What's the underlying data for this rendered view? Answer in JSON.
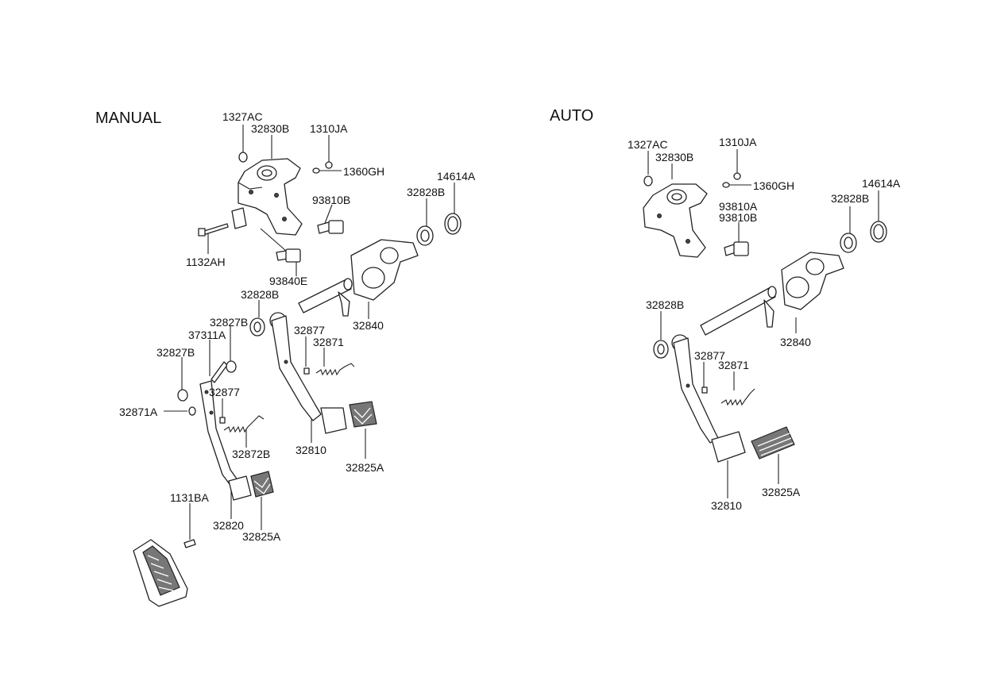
{
  "sections": {
    "manual": "MANUAL",
    "auto": "AUTO"
  },
  "manual": {
    "p1327AC": "1327AC",
    "p32830B": "32830B",
    "p1310JA": "1310JA",
    "p1360GH": "1360GH",
    "p93810B": "93810B",
    "p1132AH": "1132AH",
    "p93840E": "93840E",
    "p32828B_top": "32828B",
    "p14614A": "14614A",
    "p32828B_mid": "32828B",
    "p32840": "32840",
    "p32827B_upper": "32827B",
    "p37311A": "37311A",
    "p32827B_left": "32827B",
    "p32871A": "32871A",
    "p32877_left": "32877",
    "p32872B": "32872B",
    "p32877_mid": "32877",
    "p32871": "32871",
    "p32810": "32810",
    "p32825A_right": "32825A",
    "p1131BA": "1131BA",
    "p32820": "32820",
    "p32825A_left": "32825A"
  },
  "auto": {
    "p1327AC": "1327AC",
    "p32830B": "32830B",
    "p1310JA": "1310JA",
    "p1360GH": "1360GH",
    "p93810A": "93810A",
    "p93810B": "93810B",
    "p32828B_top": "32828B",
    "p14614A": "14614A",
    "p32828B_mid": "32828B",
    "p32840": "32840",
    "p32877": "32877",
    "p32871": "32871",
    "p32810": "32810",
    "p32825A": "32825A"
  }
}
